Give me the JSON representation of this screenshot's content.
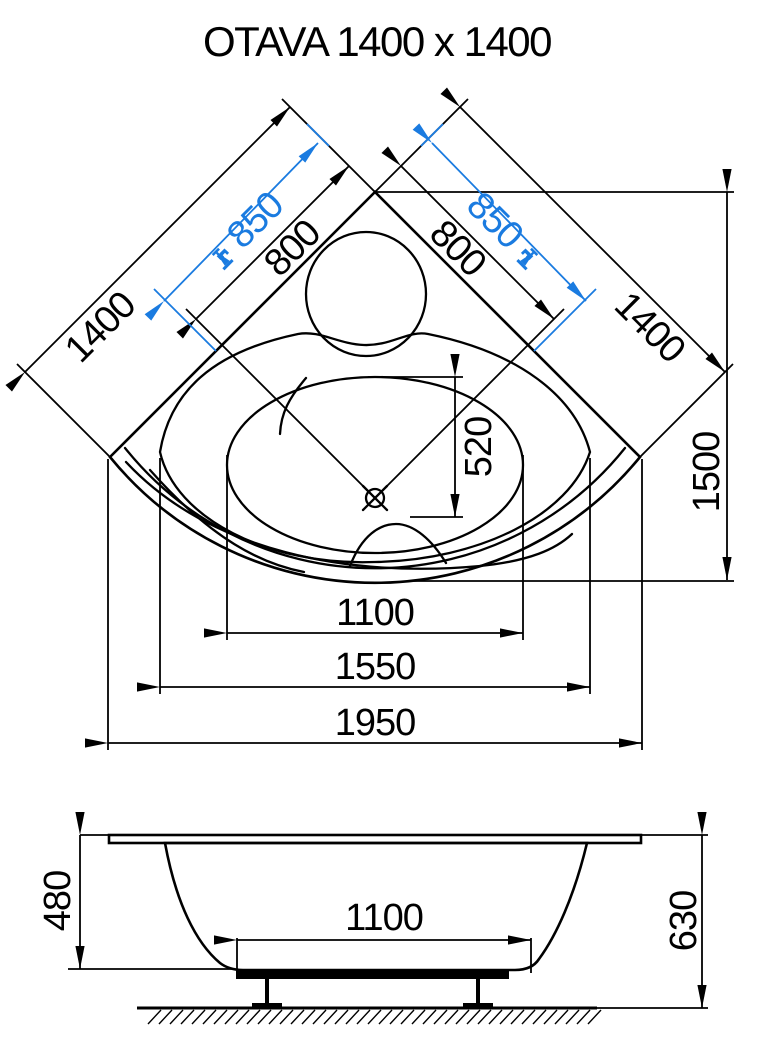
{
  "title": "OTAVA 1400 x 1400",
  "colors": {
    "accent_blue": "#1a7be0",
    "line_black": "#000000",
    "tub_fill_gray": "#ececec",
    "rim_fill": "#fafafa"
  },
  "plan_view": {
    "dim_side_left": "1400",
    "dim_side_right": "1400",
    "dim_tap_left": "850",
    "dim_tap_right": "850",
    "dim_corner_to_drain_left": "800",
    "dim_corner_to_drain_right": "800",
    "dim_drain_to_front": "520",
    "dim_height_overall": "1500",
    "dim_width_floor": "1100",
    "dim_width_mid": "1550",
    "dim_width_overall": "1950"
  },
  "side_view": {
    "dim_depth": "480",
    "dim_total_height": "630",
    "dim_base_width": "1100"
  },
  "icons": {
    "faucet_left": "faucet-icon",
    "faucet_right": "faucet-icon",
    "drain": "drain-icon"
  }
}
